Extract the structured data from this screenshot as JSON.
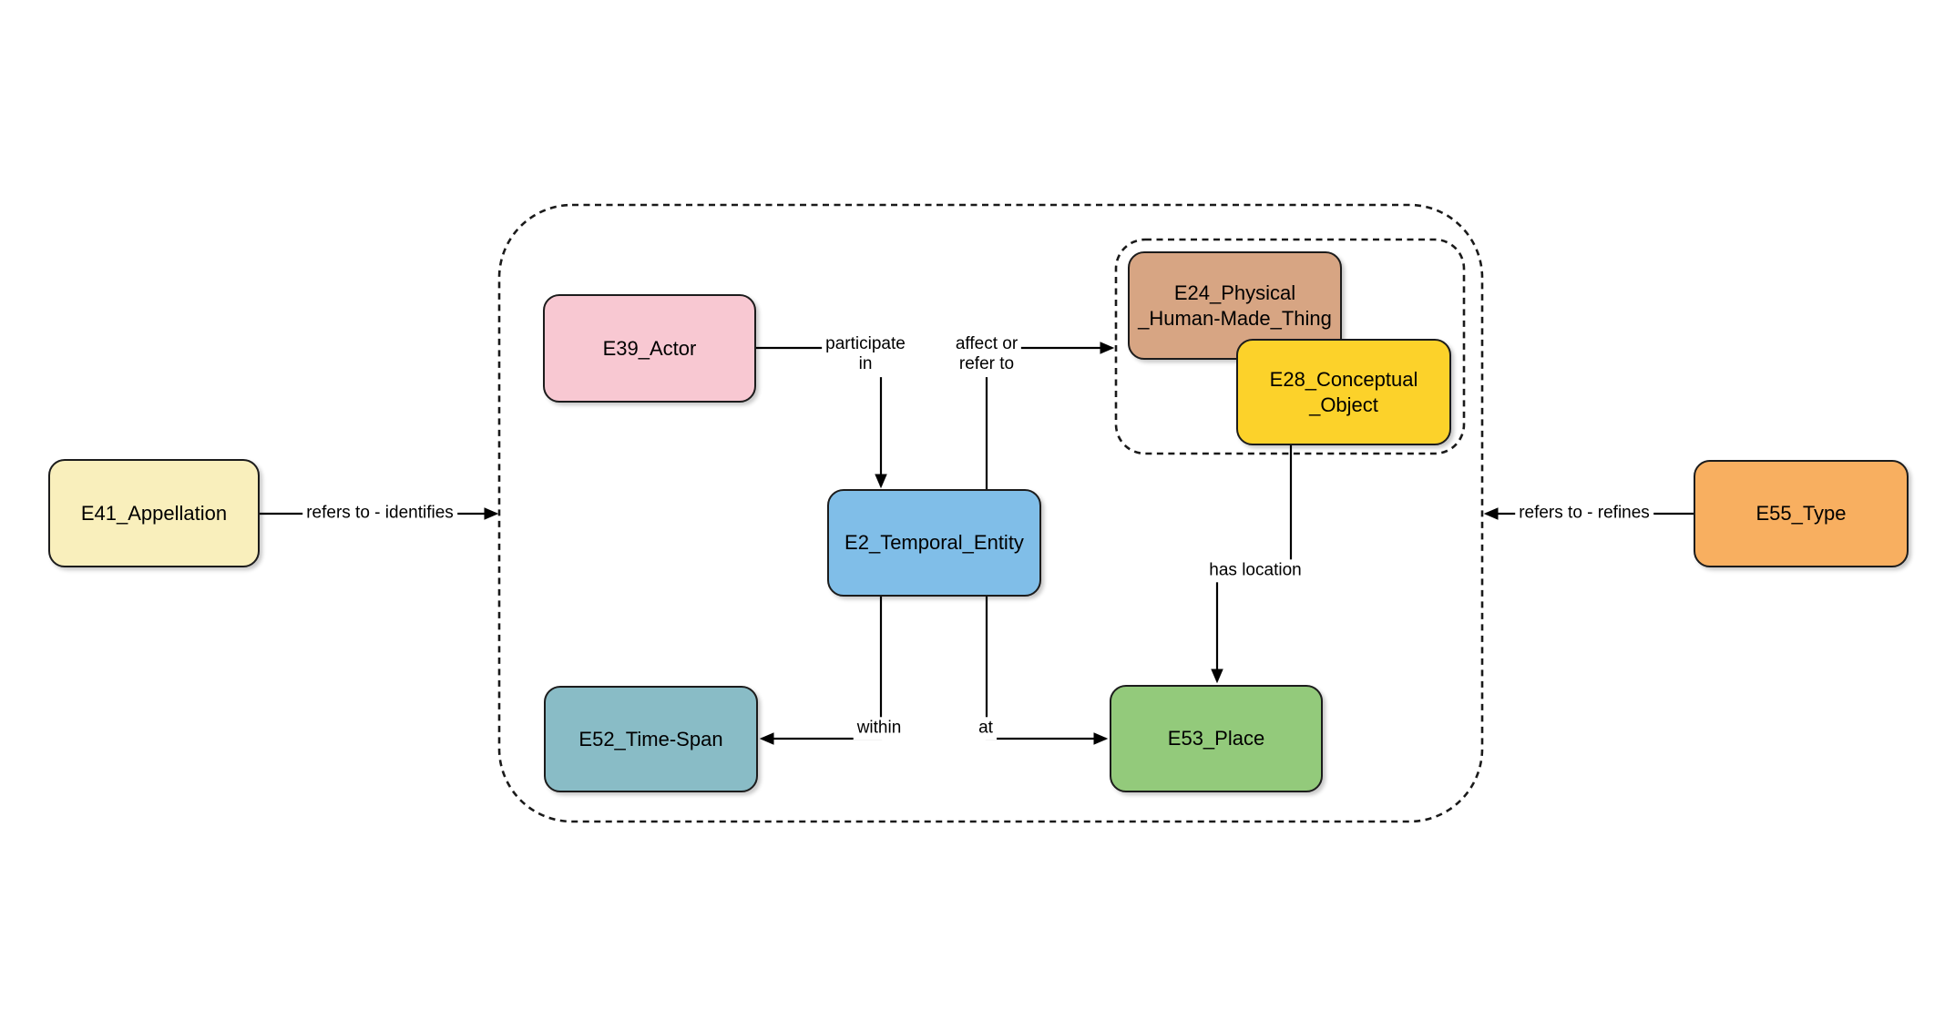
{
  "diagram": {
    "description": "Entity relationship diagram of CIDOC-CRM classes",
    "nodes": {
      "e41": {
        "label": "E41_Appellation",
        "fill": "#F9EFBC"
      },
      "e39": {
        "label": "E39_Actor",
        "fill": "#F8C8D2"
      },
      "e24": {
        "label": "E24_Physical\n_Human-Made_Thing",
        "fill": "#D7A583"
      },
      "e28": {
        "label": "E28_Conceptual\n_Object",
        "fill": "#FCD22A"
      },
      "e2": {
        "label": "E2_Temporal_Entity",
        "fill": "#80BEE8"
      },
      "e52": {
        "label": "E52_Time-Span",
        "fill": "#89BCC6"
      },
      "e53": {
        "label": "E53_Place",
        "fill": "#93CA7B"
      },
      "e55": {
        "label": "E55_Type",
        "fill": "#F8AF60"
      }
    },
    "edges": {
      "refers_identifies": {
        "label": "refers to - identifies"
      },
      "participate_in": {
        "label": "participate\nin"
      },
      "affect_refer": {
        "label": "affect or\nrefer to"
      },
      "has_location": {
        "label": "has location"
      },
      "within": {
        "label": "within"
      },
      "at": {
        "label": "at"
      },
      "refers_refines": {
        "label": "refers to - refines"
      }
    },
    "colors": {
      "background": "#FFFFFF",
      "node_border": "#1C1C1C",
      "edge_line": "#000000",
      "dashed_group_border": "#1A1A1A",
      "text": "#000000"
    }
  }
}
